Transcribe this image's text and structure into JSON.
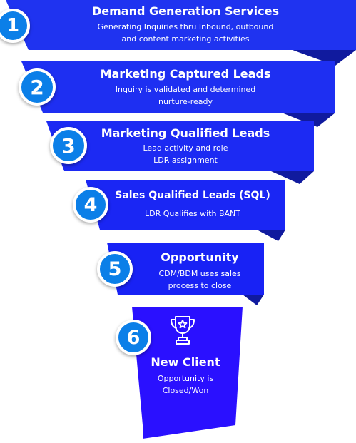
{
  "colors": {
    "band": "#1f33f0",
    "band_dark": "#101a9e",
    "stem": "#2a10ff",
    "badge": "#0b7fe8",
    "text": "#ffffff"
  },
  "stages": [
    {
      "number": "1",
      "title": "Demand Generation Services",
      "lines": [
        "Generating Inquiries thru Inbound, outbound",
        "and content marketing activities"
      ]
    },
    {
      "number": "2",
      "title": "Marketing Captured Leads",
      "lines": [
        "Inquiry is validated and determined",
        "nurture-ready"
      ]
    },
    {
      "number": "3",
      "title": "Marketing Qualified Leads",
      "lines": [
        "Lead activity and role",
        "LDR assignment"
      ]
    },
    {
      "number": "4",
      "title": "Sales Qualified Leads (SQL)",
      "lines": [
        "LDR Qualifies with BANT"
      ]
    },
    {
      "number": "5",
      "title": "Opportunity",
      "lines": [
        "CDM/BDM uses sales",
        "process to close"
      ]
    },
    {
      "number": "6",
      "title": "New Client",
      "lines": [
        "Opportunity is",
        "Closed/Won"
      ],
      "icon": "trophy-icon"
    }
  ]
}
